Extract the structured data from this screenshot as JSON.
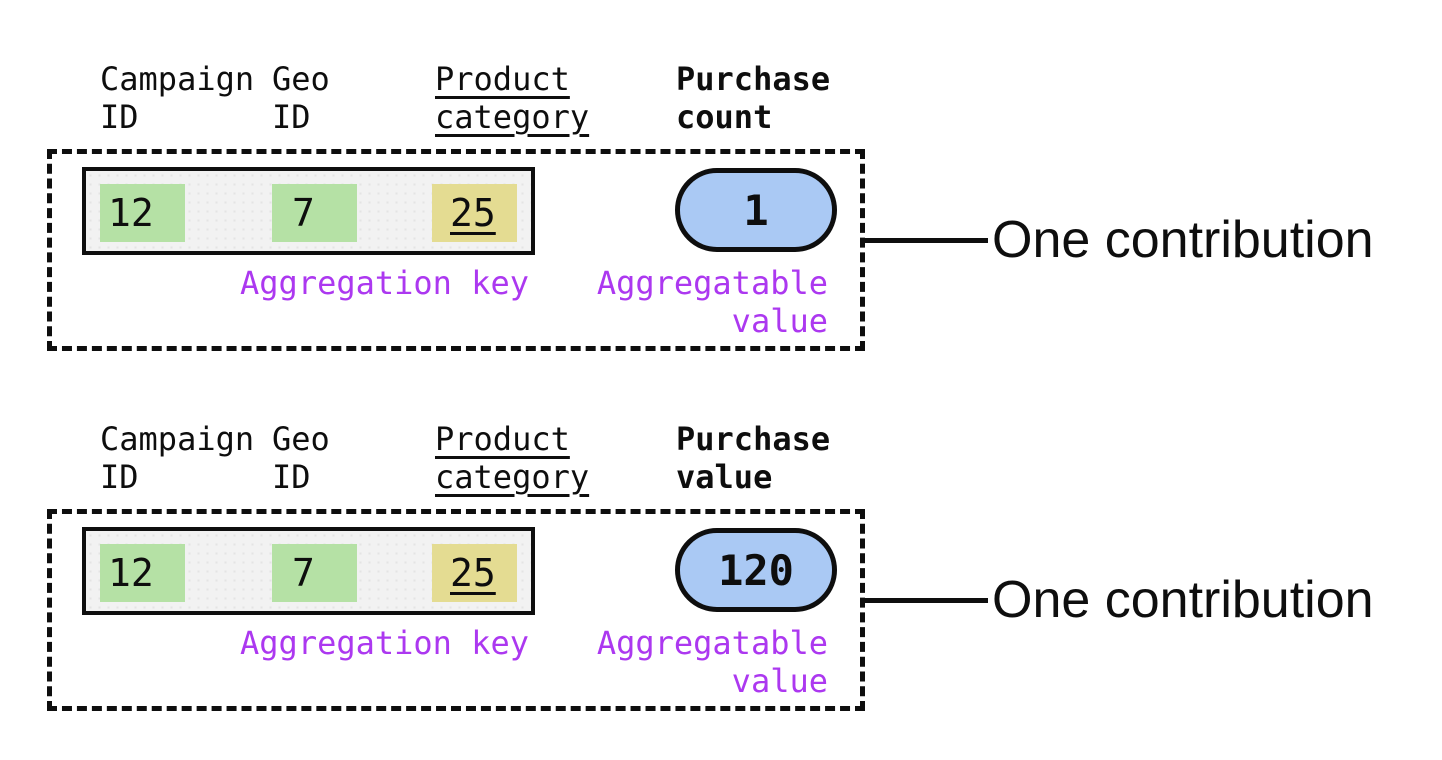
{
  "colors": {
    "ink": "#0e0e0e",
    "purple": "#ac38f0",
    "green": "#b5e1a5",
    "yellow": "#e4dc92",
    "blue": "#aac9f4",
    "record_bg": "#f2f2f2"
  },
  "sections": [
    {
      "id": "purchase-count",
      "headers": {
        "campaign": {
          "line1": "Campaign",
          "line2": "ID"
        },
        "geo": {
          "line1": "Geo",
          "line2": "ID"
        },
        "product": {
          "line1": "Product",
          "line2": "category"
        },
        "measure": {
          "line1": "Purchase",
          "line2": "count"
        }
      },
      "record": {
        "campaign_id": "12",
        "geo_id": "7",
        "product_category": "25"
      },
      "pill_value": "1",
      "aggregation_key_label": "Aggregation key",
      "aggregatable_label": {
        "line1": "Aggregatable",
        "line2": "value"
      },
      "callout": "One contribution"
    },
    {
      "id": "purchase-value",
      "headers": {
        "campaign": {
          "line1": "Campaign",
          "line2": "ID"
        },
        "geo": {
          "line1": "Geo",
          "line2": "ID"
        },
        "product": {
          "line1": "Product",
          "line2": "category"
        },
        "measure": {
          "line1": "Purchase",
          "line2": "value"
        }
      },
      "record": {
        "campaign_id": "12",
        "geo_id": "7",
        "product_category": "25"
      },
      "pill_value": "120",
      "aggregation_key_label": "Aggregation key",
      "aggregatable_label": {
        "line1": "Aggregatable",
        "line2": "value"
      },
      "callout": "One contribution"
    }
  ]
}
